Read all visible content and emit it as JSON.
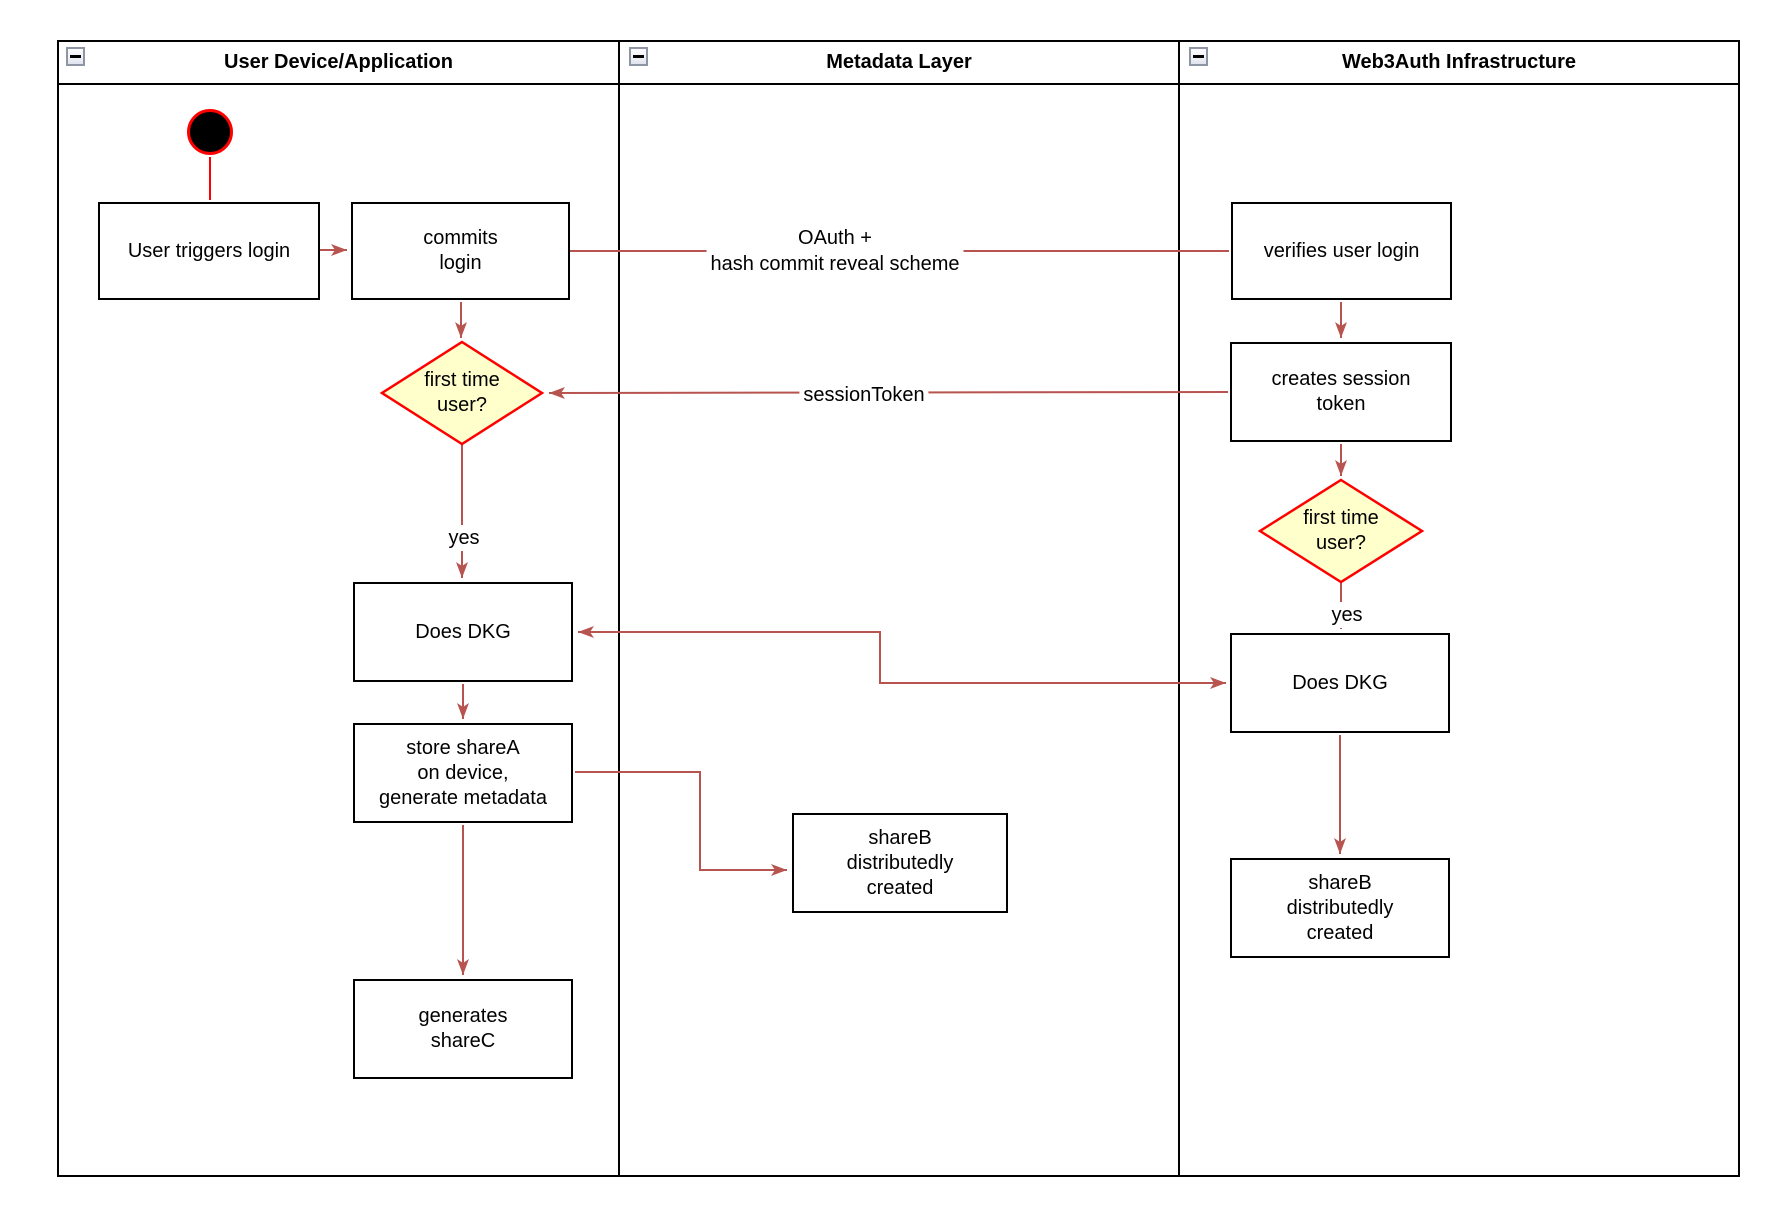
{
  "colors": {
    "arrow": "#B85450",
    "bright_red": "#FF0000",
    "decision_fill": "#FFFFCC",
    "decision_stroke": "#FF0000",
    "node_fill": "#FFFFFF",
    "stroke": "#000000"
  },
  "pool": {
    "lanes": [
      {
        "title": "User Device/Application"
      },
      {
        "title": "Metadata Layer"
      },
      {
        "title": "Web3Auth Infrastructure"
      }
    ]
  },
  "nodes": {
    "user_triggers_login": "User triggers login",
    "commits_login": "commits\nlogin",
    "first_time_user_device": "first time\nuser?",
    "does_dkg_device": "Does DKG",
    "store_shareA": "store shareA\non device,\ngenerate metadata",
    "generates_shareC": "generates\nshareC",
    "shareB_metadata": "shareB\ndistributedly\ncreated",
    "verifies_user_login": "verifies user login",
    "creates_session_token": "creates session\ntoken",
    "first_time_user_web3auth": "first time\nuser?",
    "does_dkg_web3auth": "Does DKG",
    "shareB_web3auth": "shareB\ndistributedly\ncreated"
  },
  "edges": {
    "oauth_label": "OAuth +\nhash commit reveal scheme",
    "session_token_label": "sessionToken",
    "yes_device_label": "yes",
    "yes_web3auth_label": "yes"
  }
}
